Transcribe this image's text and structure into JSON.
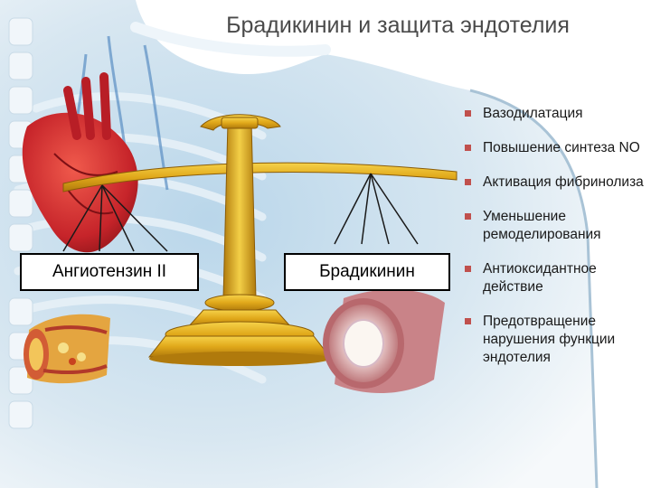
{
  "title": "Брадикинин и защита эндотелия",
  "left_label": "Ангиотензин II",
  "right_label": "Брадикинин",
  "effects": [
    "Вазодилатация",
    "Повышение синтеза NO",
    "Активация фибринолиза",
    "Уменьшение ремоделирования",
    "Антиоксидантное действие",
    "Предотвращение нарушения функции эндотелия"
  ],
  "colors": {
    "scale_gold": "#e0a81a",
    "bullet_marker": "#c0504d",
    "body_background": "#cfe0ec",
    "heart_red": "#c6242a"
  },
  "icons": [
    "balance-scale-icon",
    "heart-anatomy-icon",
    "damaged-vessel-icon",
    "healthy-vessel-icon",
    "skeleton-background"
  ]
}
